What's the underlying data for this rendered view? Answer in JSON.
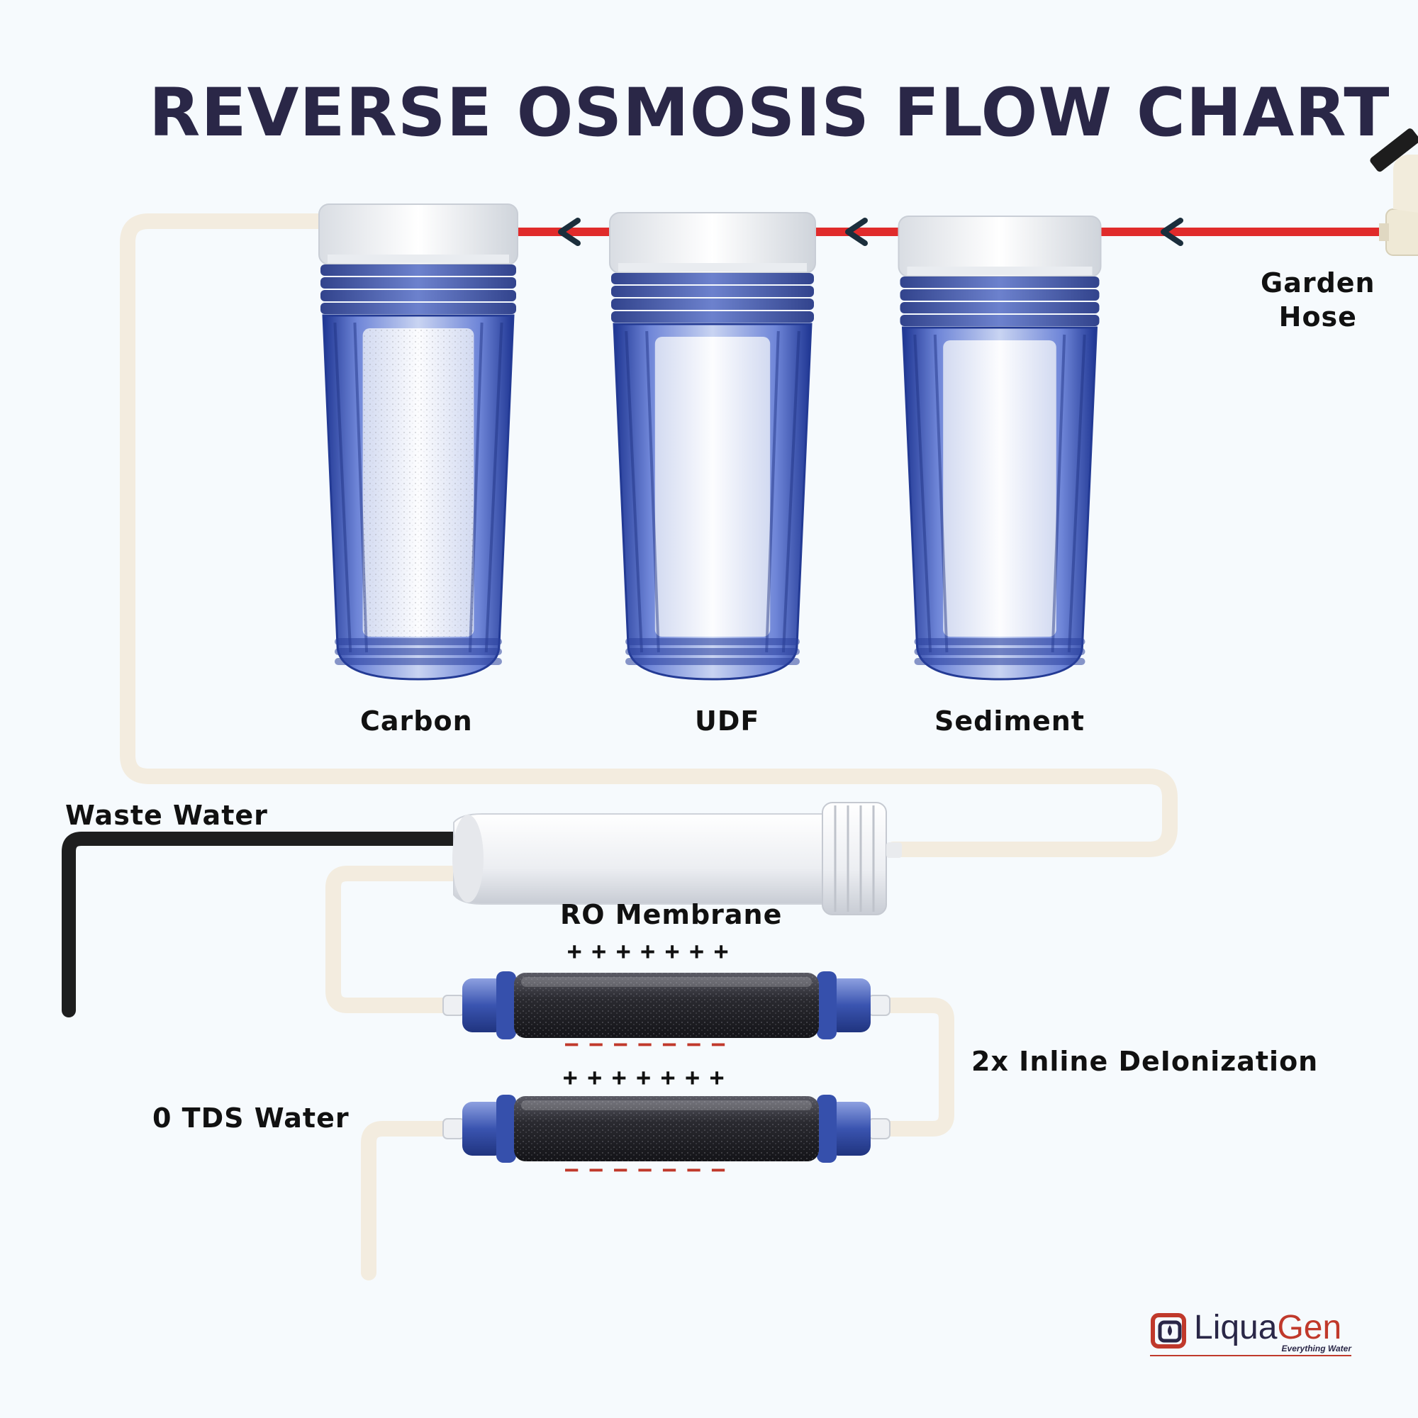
{
  "title": "REVERSE OSMOSIS FLOW CHART",
  "labels": {
    "garden_hose_line1": "Garden",
    "garden_hose_line2": "Hose",
    "carbon": "Carbon",
    "udf": "UDF",
    "sediment": "Sediment",
    "waste_water": "Waste Water",
    "ro_membrane": "RO Membrane",
    "inline_deionization": "2x Inline DeIonization",
    "tds_water": "0 TDS Water"
  },
  "charges": {
    "plus": "+++++++",
    "minus": "−−−−−−−"
  },
  "logo": {
    "name_part1": "Liqua",
    "name_part2": "Gen",
    "tagline": "Everything Water"
  },
  "colors": {
    "title": "#2a2747",
    "feed_line": "#e02b2b",
    "tube": "#f3ecdf",
    "waste_tube": "#1e1e1e",
    "housing_blue": "#2f47a8",
    "brand_red": "#c0392b"
  }
}
